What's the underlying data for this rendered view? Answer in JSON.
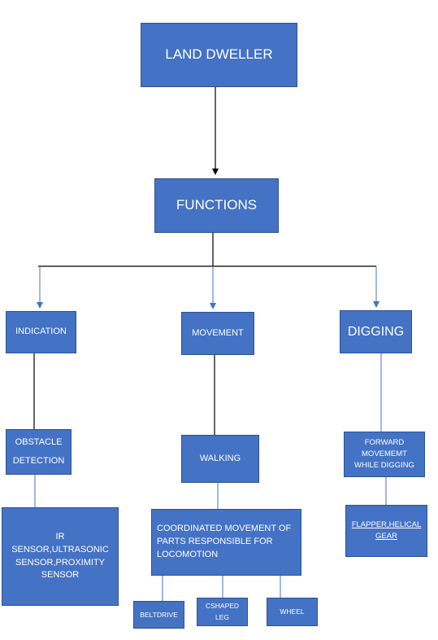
{
  "colors": {
    "node_fill": "#4472c4",
    "node_border": "#2f528f",
    "arrow_black": "#000000",
    "arrow_blue": "#4472c4"
  },
  "nodes": {
    "land_dweller": "LAND DWELLER",
    "functions": "FUNCTIONS",
    "indication": "INDICATION",
    "movement": "MOVEMENT",
    "digging": "DIGGING",
    "obstacle_detection": "OBSTACLE\nDETECTION",
    "walking": "WALKING",
    "forward_movement": "FORWARD\nMOVEMEMT\nWHILE DIGGING",
    "ir_sensors": "IR\nSENSOR,ULTRASONIC\nSENSOR,PROXIMITY\nSENSOR",
    "coordinated_movement": "COORDINATED MOVEMENT OF\nPARTS RESPONSIBLE FOR\nLOCOMOTION",
    "flapper_gear": "FLAPPER,HELICAL\nGEAR",
    "beltdrive": "BELTDRIVE",
    "cshaped_leg": "CSHAPED\nLEG",
    "wheel": "WHEEL"
  }
}
